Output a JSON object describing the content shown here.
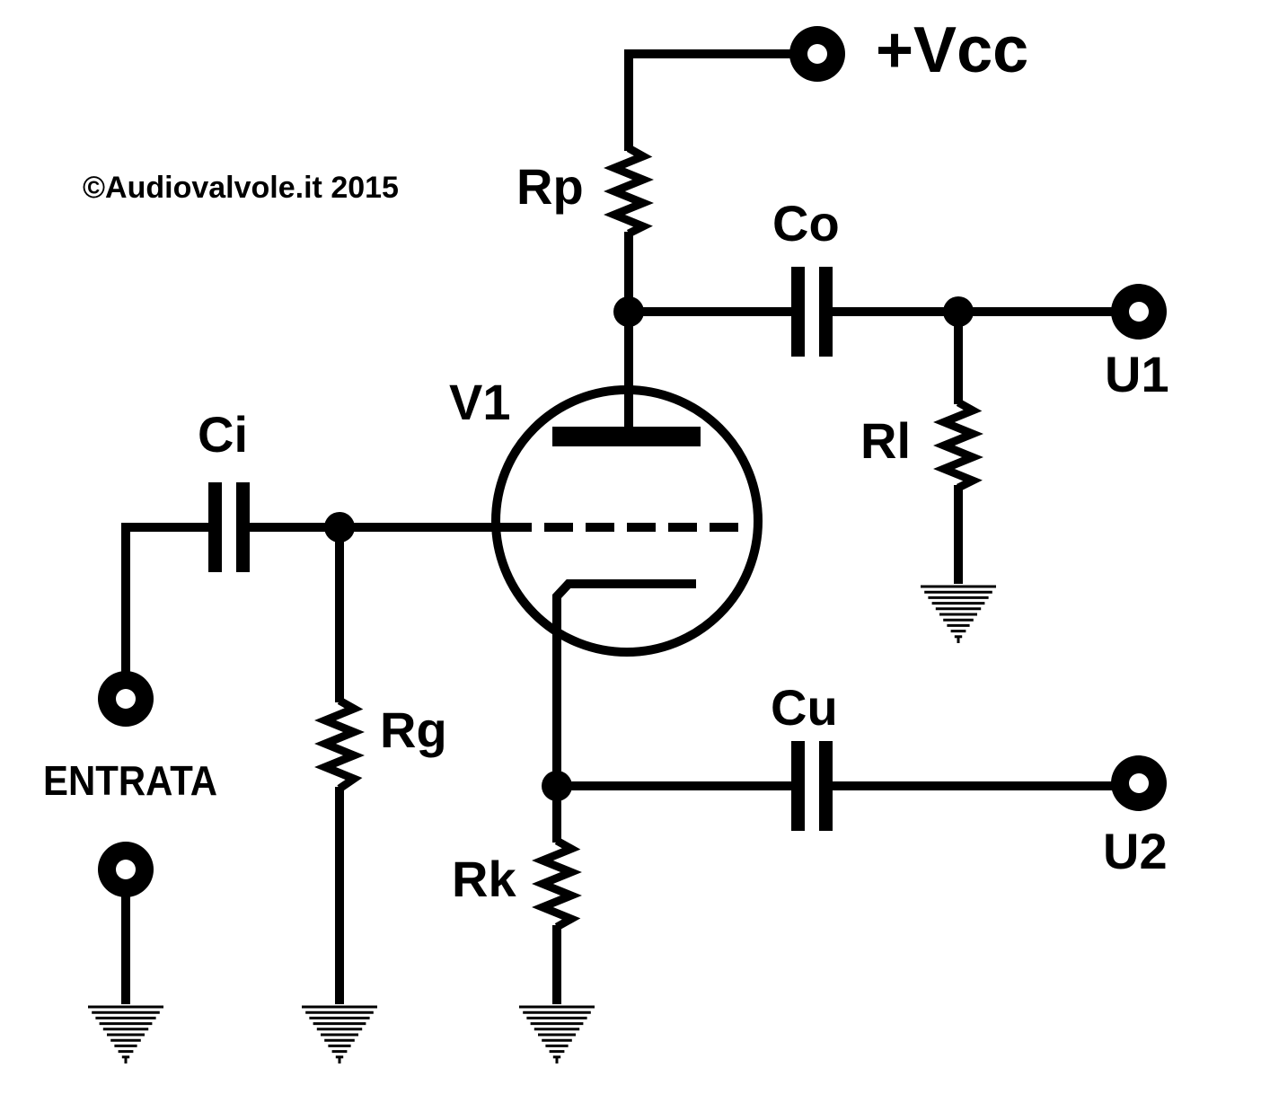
{
  "labels": {
    "vcc": "+Vcc",
    "copyright": "©Audiovalvole.it 2015",
    "rp": "Rp",
    "co": "Co",
    "u1": "U1",
    "v1": "V1",
    "ci": "Ci",
    "rl": "Rl",
    "rg": "Rg",
    "cu": "Cu",
    "entrata": "ENTRATA",
    "rk": "Rk",
    "u2": "U2"
  }
}
